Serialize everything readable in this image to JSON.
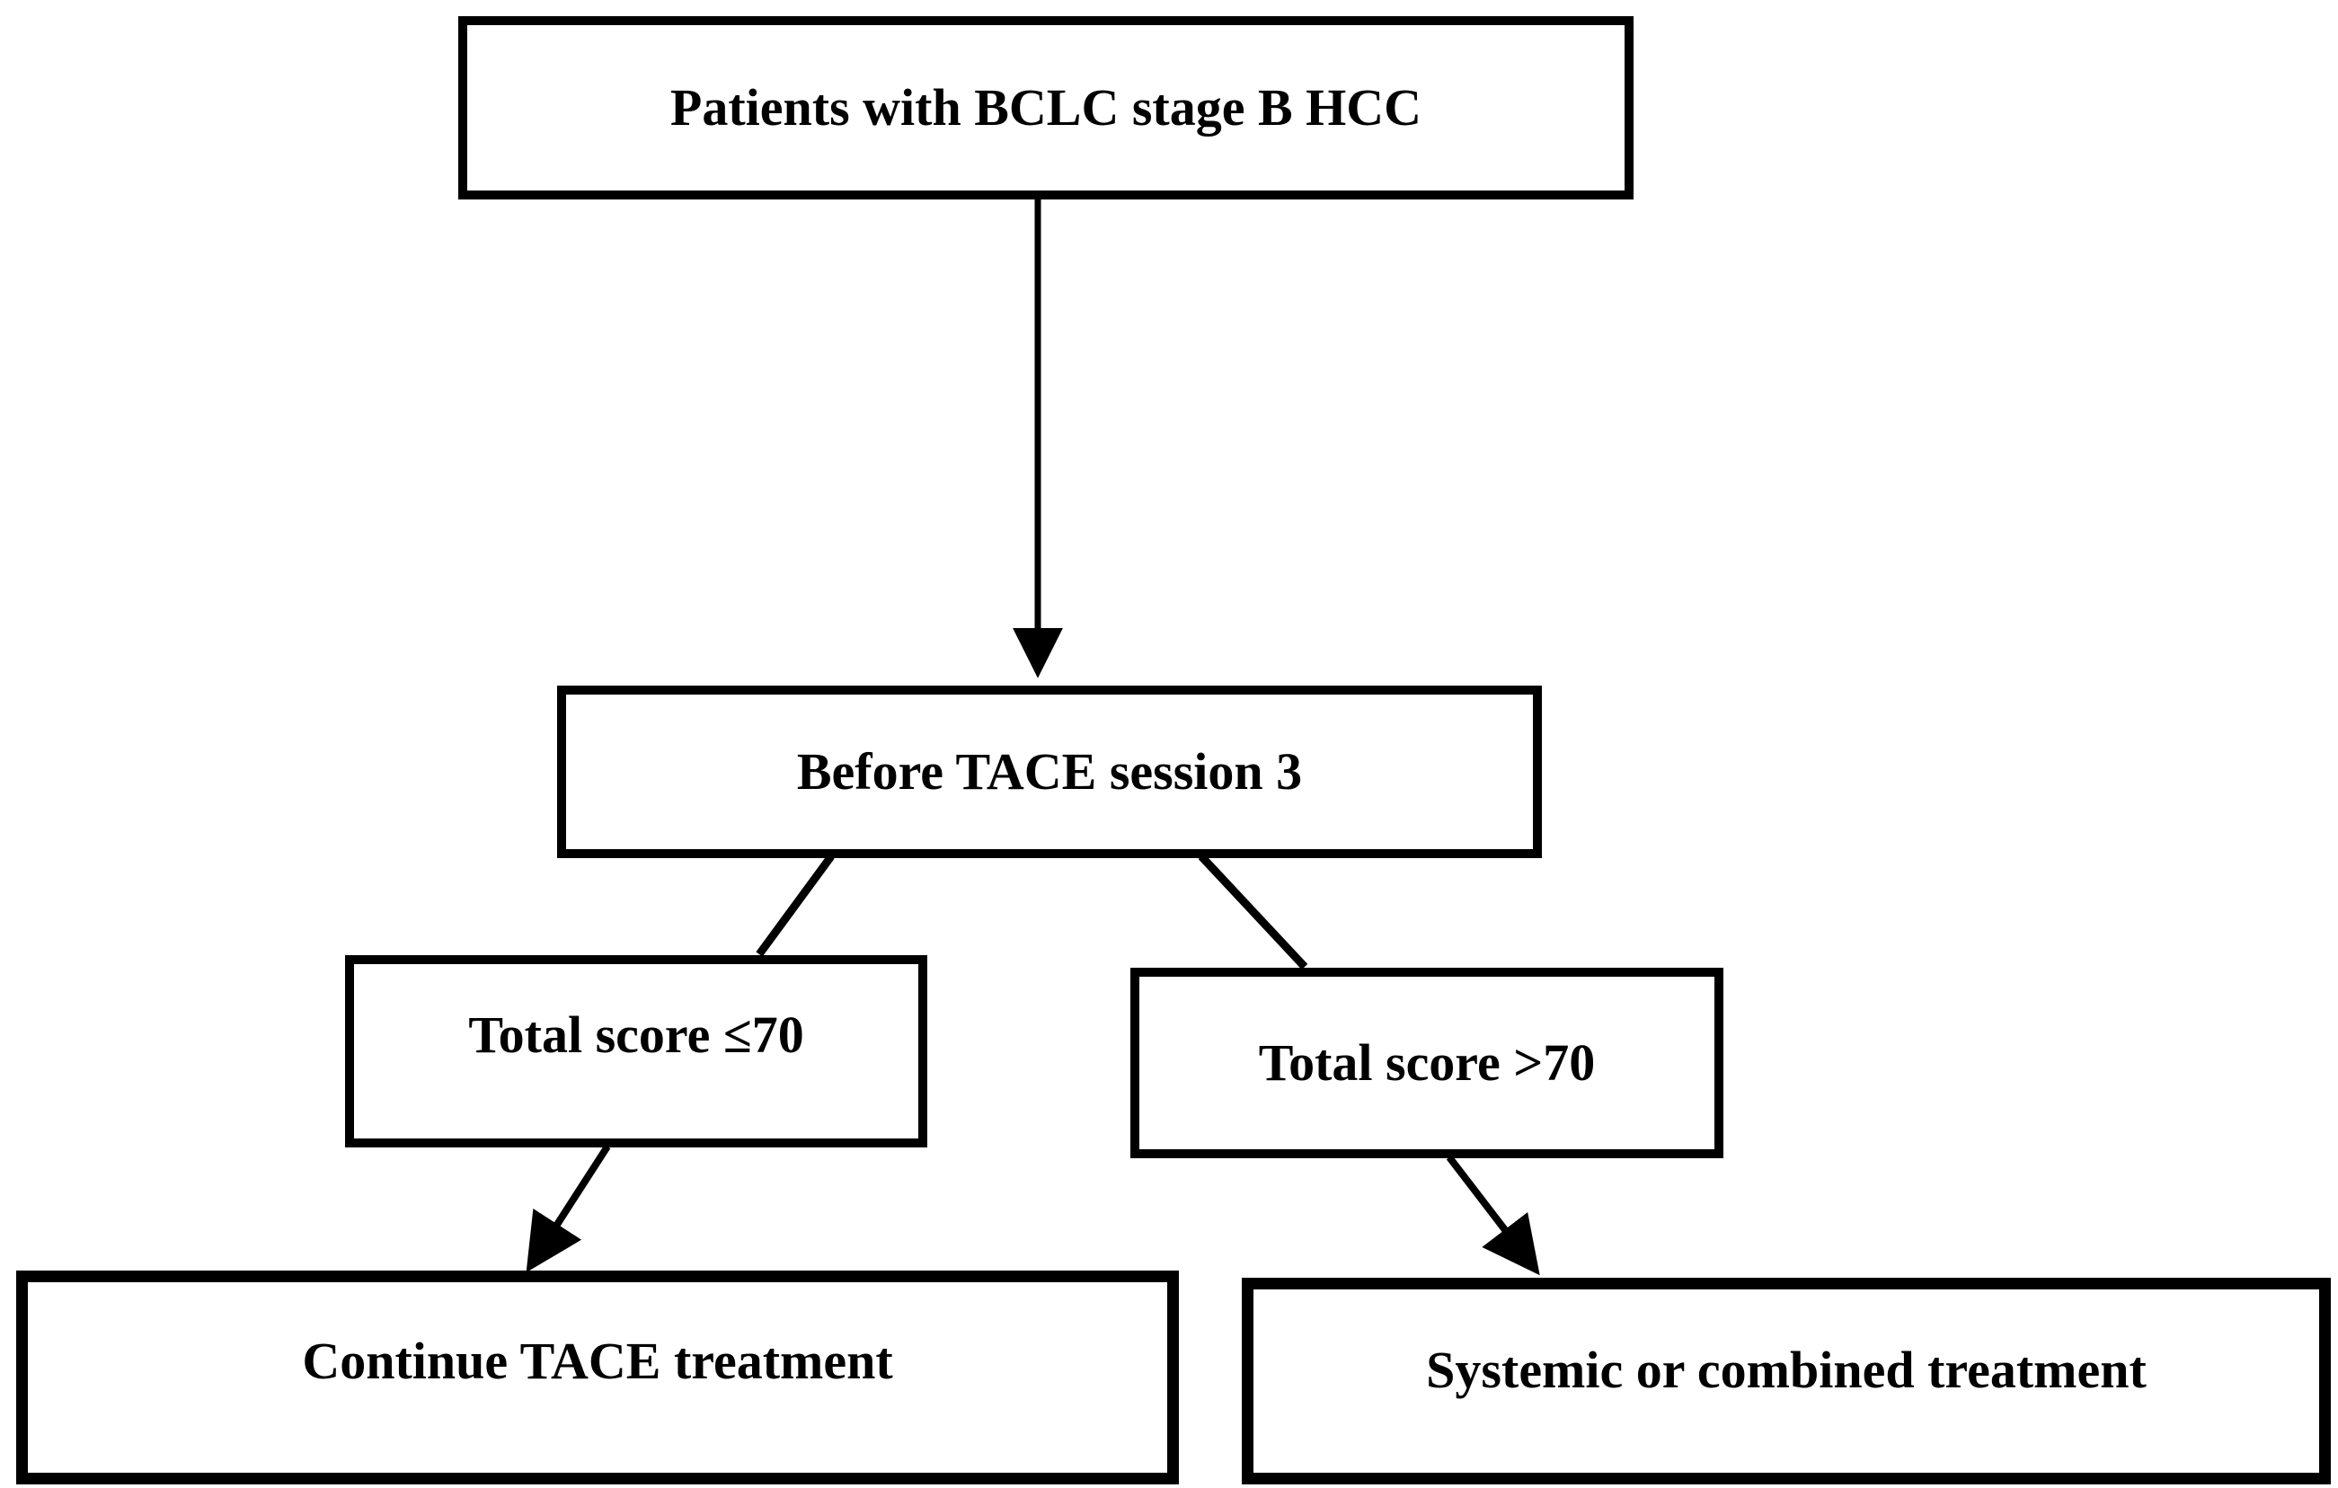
{
  "page": {
    "background_color": "#ffffff",
    "ink_color": "#000000",
    "type": "flowchart"
  },
  "nodes": {
    "start": {
      "label": "Patients with BCLC stage B HCC"
    },
    "assessment": {
      "label": "Before TACE session 3"
    },
    "low_score": {
      "label": "Total score ≤70"
    },
    "high_score": {
      "label": "Total score >70"
    },
    "continue_tace": {
      "label": "Continue TACE treatment"
    },
    "systemic": {
      "label": "Systemic or combined treatment"
    }
  },
  "edges": [
    {
      "from": "start",
      "to": "assessment",
      "arrowhead": true
    },
    {
      "from": "assessment",
      "to": "low_score",
      "arrowhead": false
    },
    {
      "from": "assessment",
      "to": "high_score",
      "arrowhead": false
    },
    {
      "from": "low_score",
      "to": "continue_tace",
      "arrowhead": true
    },
    {
      "from": "high_score",
      "to": "systemic",
      "arrowhead": true
    }
  ]
}
